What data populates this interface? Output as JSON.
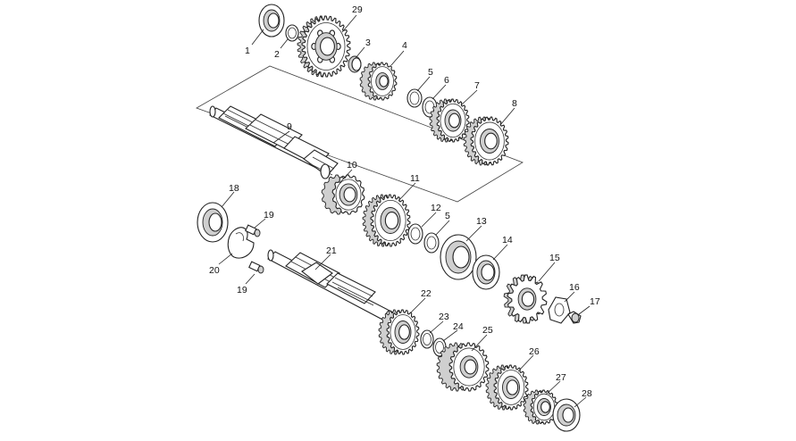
{
  "diagram": {
    "callouts": [
      {
        "id": "c1",
        "label": "1"
      },
      {
        "id": "c2",
        "label": "2"
      },
      {
        "id": "c29",
        "label": "29"
      },
      {
        "id": "c3",
        "label": "3"
      },
      {
        "id": "c4",
        "label": "4"
      },
      {
        "id": "c5a",
        "label": "5"
      },
      {
        "id": "c6",
        "label": "6"
      },
      {
        "id": "c7",
        "label": "7"
      },
      {
        "id": "c8",
        "label": "8"
      },
      {
        "id": "c9",
        "label": "9"
      },
      {
        "id": "c10",
        "label": "10"
      },
      {
        "id": "c11",
        "label": "11"
      },
      {
        "id": "c12",
        "label": "12"
      },
      {
        "id": "c5b",
        "label": "5"
      },
      {
        "id": "c13",
        "label": "13"
      },
      {
        "id": "c14",
        "label": "14"
      },
      {
        "id": "c15",
        "label": "15"
      },
      {
        "id": "c16",
        "label": "16"
      },
      {
        "id": "c17",
        "label": "17"
      },
      {
        "id": "c18",
        "label": "18"
      },
      {
        "id": "c19a",
        "label": "19"
      },
      {
        "id": "c20",
        "label": "20"
      },
      {
        "id": "c19b",
        "label": "19"
      },
      {
        "id": "c21",
        "label": "21"
      },
      {
        "id": "c22",
        "label": "22"
      },
      {
        "id": "c23",
        "label": "23"
      },
      {
        "id": "c24",
        "label": "24"
      },
      {
        "id": "c25",
        "label": "25"
      },
      {
        "id": "c26",
        "label": "26"
      },
      {
        "id": "c27",
        "label": "27"
      },
      {
        "id": "c28",
        "label": "28"
      }
    ]
  }
}
